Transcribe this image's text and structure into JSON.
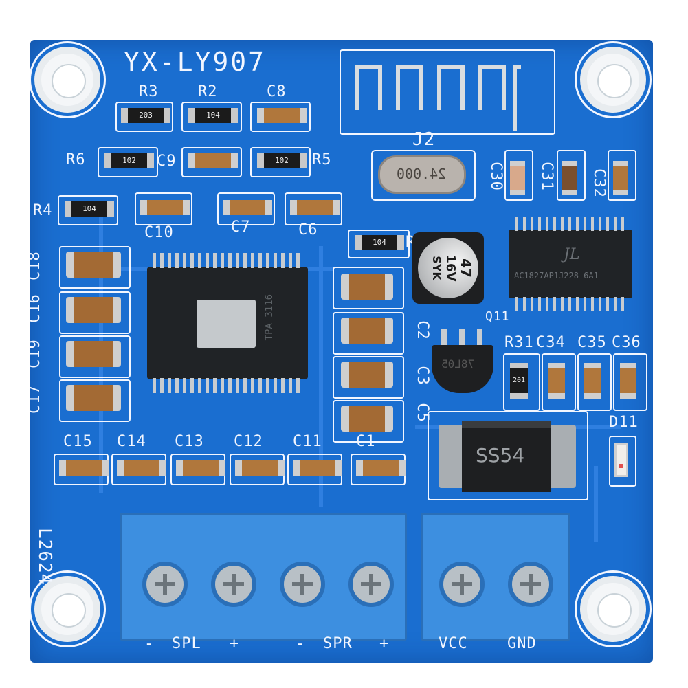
{
  "board": {
    "model": "YX-LY907",
    "side_code": "L2624",
    "antenna_label": "J2",
    "crystal_text": "24.000",
    "diode_text": "SS54",
    "regulator_text": "78L05",
    "elcap_text_1": "47",
    "elcap_text_2": "16V",
    "elcap_text_3": "SYK",
    "amp_ic_text": "TPA 3116",
    "bt_ic_text": "AC1827AP1J228-6A1",
    "bt_logo": "JL"
  },
  "labels": {
    "r3": "R3",
    "r2": "R2",
    "c8": "C8",
    "r6": "R6",
    "c9": "C9",
    "r5": "R5",
    "r4": "R4",
    "c10": "C10",
    "c7": "C7",
    "c6": "C6",
    "c18": "C18",
    "c16": "C16",
    "c19": "C19",
    "c17": "C17",
    "c15": "C15",
    "c14": "C14",
    "c13": "C13",
    "c12": "C12",
    "c11": "C11",
    "c1": "C1",
    "r1": "R1",
    "c2": "C2",
    "c3": "C3",
    "c5": "C5",
    "c30": "C30",
    "c31": "C31",
    "c32": "C32",
    "r31": "R31",
    "c34": "C34",
    "c35": "C35",
    "c36": "C36",
    "d11": "D11",
    "q11": "Q11"
  },
  "resistor_codes": {
    "r3": "203",
    "r2": "104",
    "r6": "102",
    "r5": "102",
    "r4": "104",
    "r1": "104",
    "r31": "201"
  },
  "terminals": {
    "spl_minus": "-",
    "spl": "SPL",
    "spl_plus": "+",
    "spr_minus": "-",
    "spr": "SPR",
    "spr_plus": "+",
    "vcc": "VCC",
    "gnd": "GND"
  }
}
